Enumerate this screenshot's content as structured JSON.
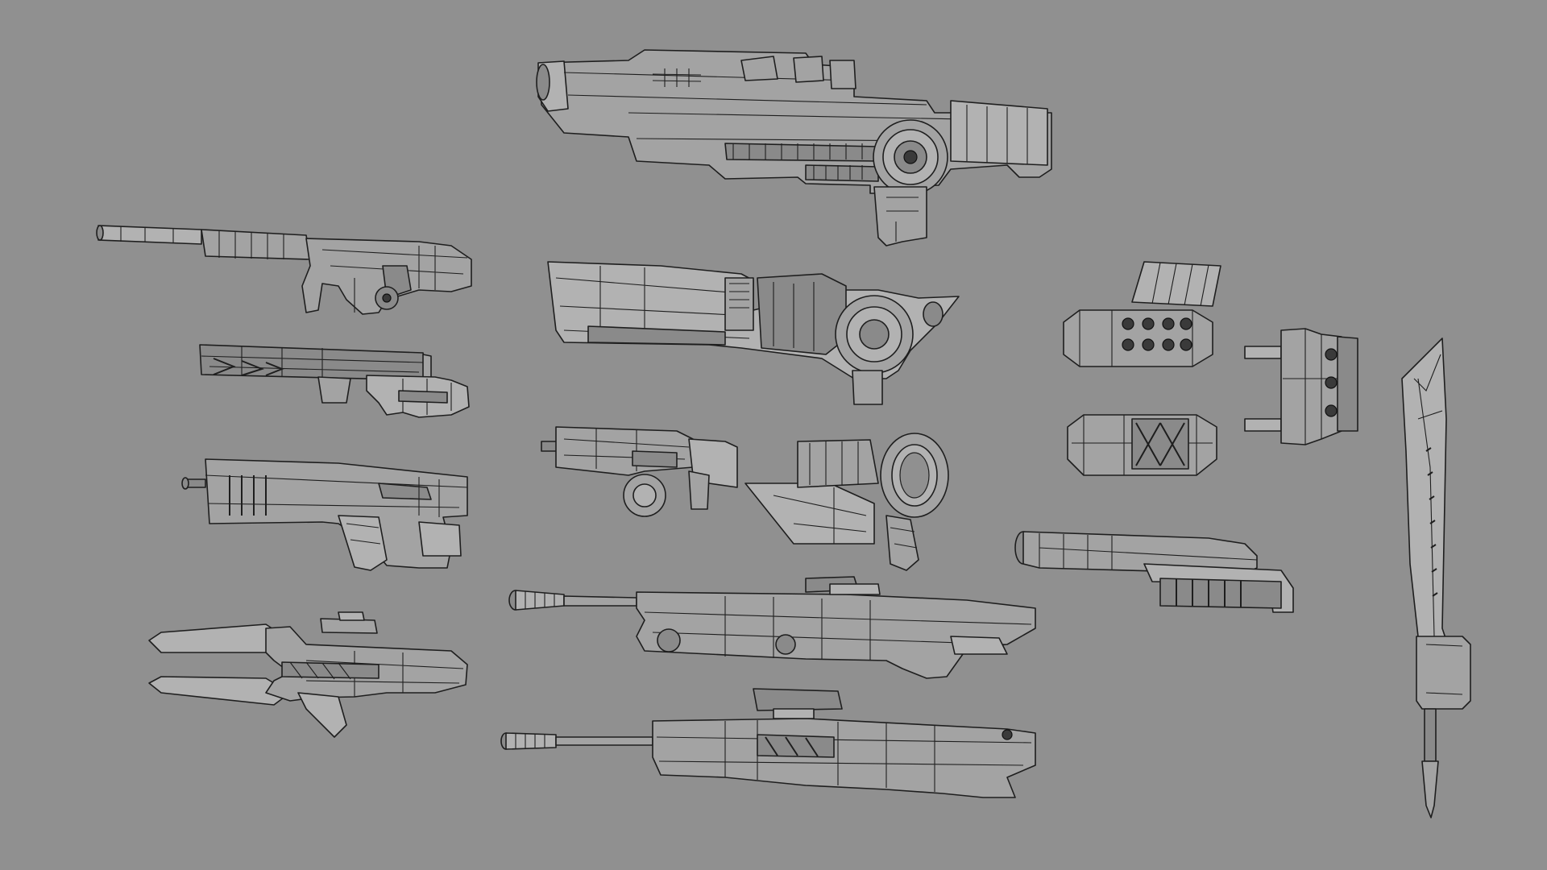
{
  "viewport": {
    "background": "#909090"
  },
  "wireframe": {
    "stroke": "#1e1e1e",
    "fill": "#a3a3a3",
    "fill_light": "#b2b2b2",
    "fill_dark": "#8a8a8a"
  },
  "models": [
    {
      "id": "heavy-cannon"
    },
    {
      "id": "silenced-rifle"
    },
    {
      "id": "smg"
    },
    {
      "id": "assault-rifle"
    },
    {
      "id": "plasma-rifle"
    },
    {
      "id": "energy-cannon"
    },
    {
      "id": "drum-gun"
    },
    {
      "id": "ring-launcher"
    },
    {
      "id": "long-rifle"
    },
    {
      "id": "sniper-rifle"
    },
    {
      "id": "missile-pod-open"
    },
    {
      "id": "missile-pod-closed"
    },
    {
      "id": "rocket-launcher-small"
    },
    {
      "id": "launcher-tube"
    },
    {
      "id": "greatsword"
    }
  ]
}
